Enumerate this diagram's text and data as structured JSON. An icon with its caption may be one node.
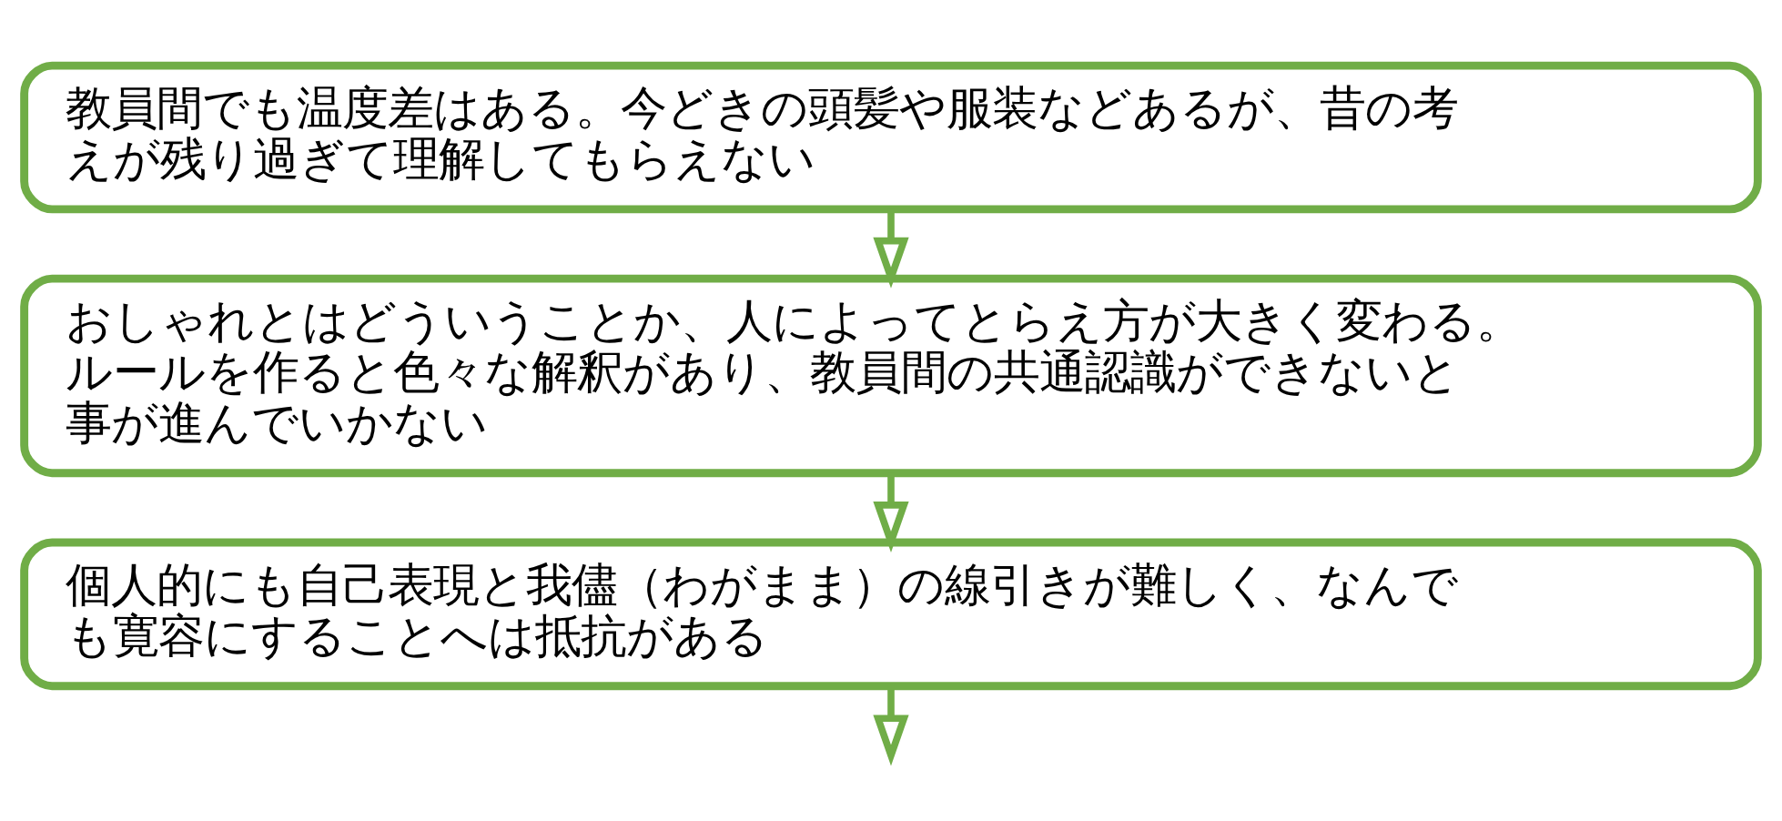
{
  "diagram": {
    "nodes": [
      {
        "text": [
          "教員間でも温度差はある。今どきの頭髪や服装などあるが、昔の考えが残り過ぎて理解してもらえない"
        ]
      },
      {
        "text": [
          "おしゃれとはどういうことか、人によってとらえ方が大きく変わる。ルールを作ると色々な解釈があり、教員間の共通認識ができないと事が進んでいかない"
        ]
      },
      {
        "text": [
          "個人的にも自己表現と我儘（わがまま）の線引きが難しく、なんでも寛容にすることへは抵抗がある"
        ]
      }
    ],
    "edges": [
      {
        "from": 0,
        "to": 1,
        "arrow": "to"
      },
      {
        "from": 1,
        "to": 2,
        "arrow": "to"
      },
      {
        "from": 2,
        "to": null,
        "arrow": "to"
      }
    ]
  }
}
